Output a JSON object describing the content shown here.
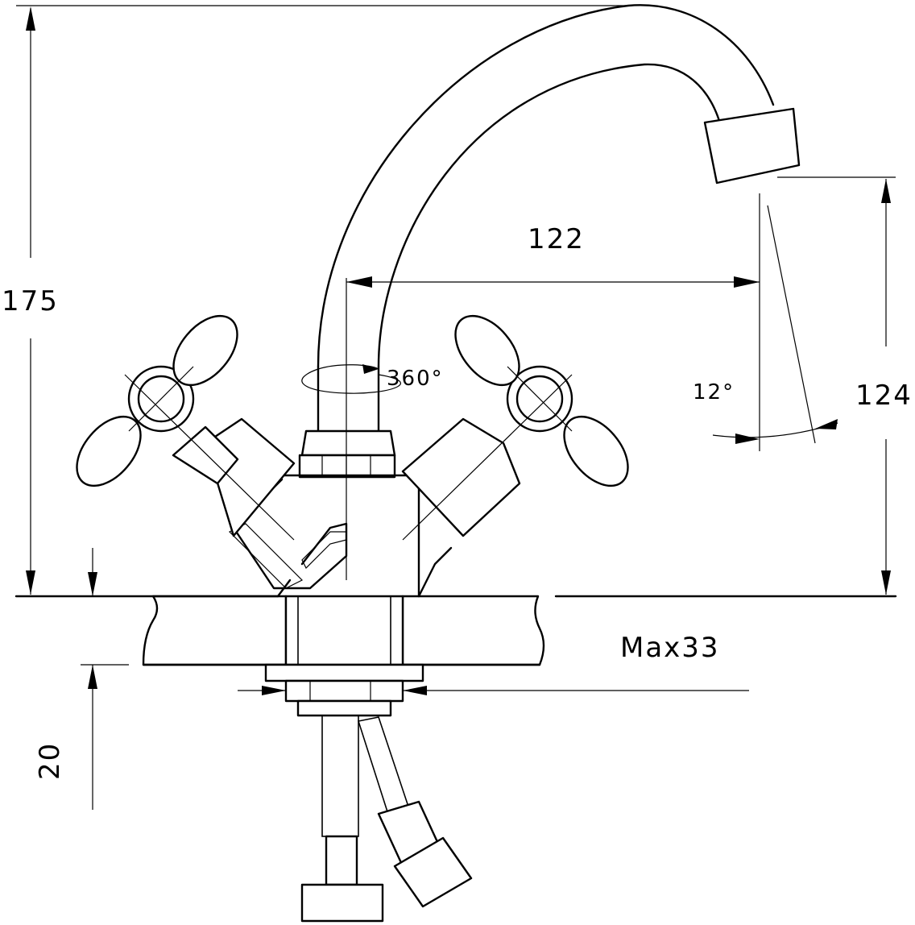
{
  "dimensions": {
    "total_height": "175",
    "spout_reach": "122",
    "rotation": "360°",
    "spout_angle": "12°",
    "spout_height": "124",
    "deck_thickness": "Max33",
    "below_deck": "20"
  },
  "colors": {
    "line": "#000000",
    "background": "#ffffff"
  }
}
